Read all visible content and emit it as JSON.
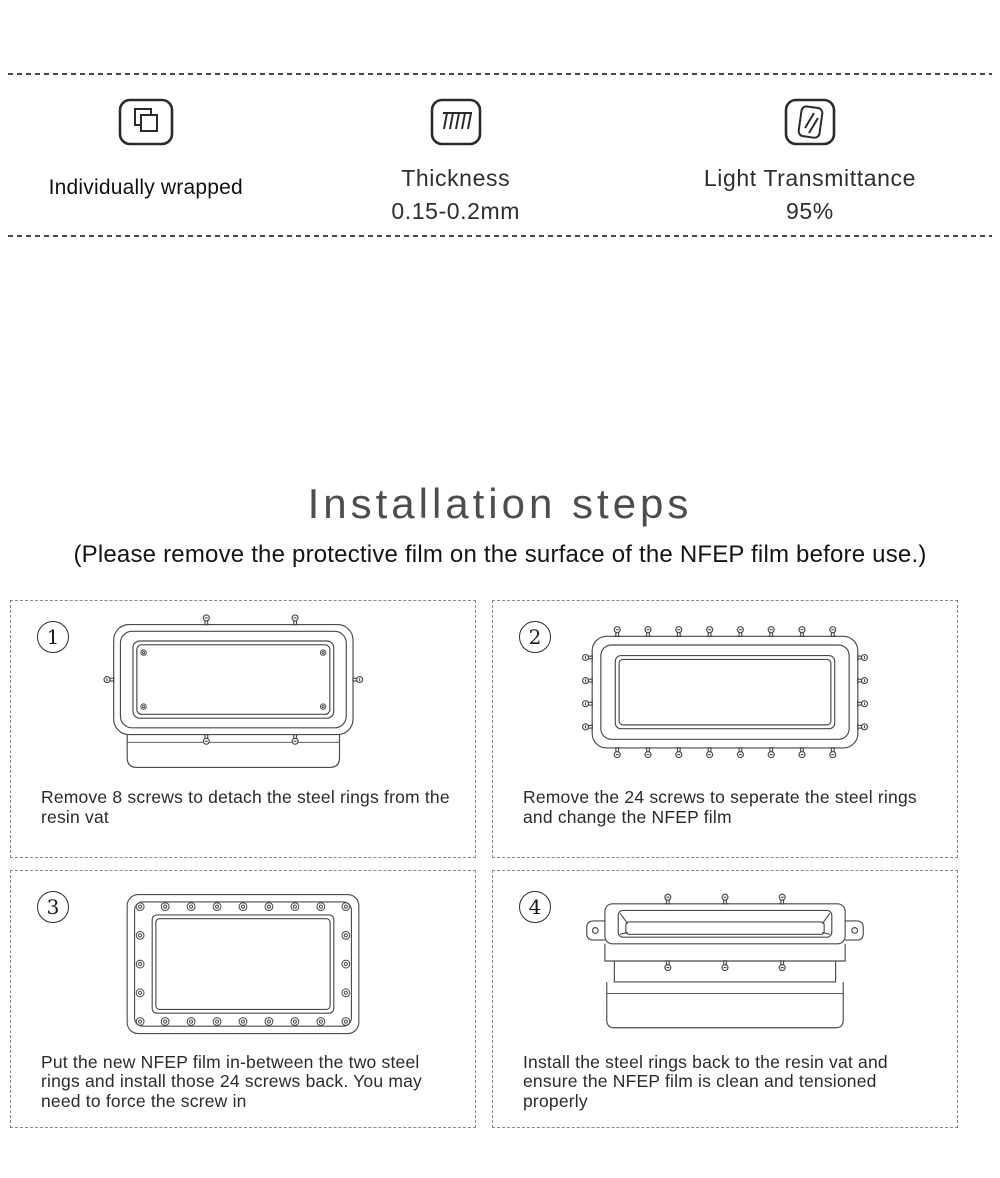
{
  "features": {
    "items": [
      {
        "icon": "individually-wrapped-icon",
        "lines": [
          "Individually wrapped"
        ]
      },
      {
        "icon": "thickness-icon",
        "lines": [
          "Thickness",
          "0.15-0.2mm"
        ]
      },
      {
        "icon": "light-transmittance-icon",
        "lines": [
          "Light Transmittance",
          "95%"
        ]
      }
    ]
  },
  "installation": {
    "title": "Installation steps",
    "subtitle": "(Please remove the protective film on the surface of the NFEP film before use.)",
    "steps": [
      {
        "number": "1",
        "illustration": "resin-vat-with-8-screws",
        "caption": "Remove 8 screws to detach the steel rings from the resin vat"
      },
      {
        "number": "2",
        "illustration": "steel-rings-with-24-screws",
        "caption": "Remove the 24 screws to seperate the steel rings and change the NFEP film"
      },
      {
        "number": "3",
        "illustration": "nfep-film-between-steel-rings",
        "caption": "Put the new NFEP film in-between the two steel rings and install those 24 screws back. You may need to force the screw in"
      },
      {
        "number": "4",
        "illustration": "assembled-resin-vat",
        "caption": "Install the steel rings back to the resin vat and ensure the NFEP film is clean and tensioned properly"
      }
    ]
  },
  "colors": {
    "text": "#222222",
    "title": "#4d4d4d",
    "line_art": "#4a4a4a",
    "dashed_line": "#4a4a4a",
    "panel_border": "#888888",
    "background": "#ffffff"
  }
}
